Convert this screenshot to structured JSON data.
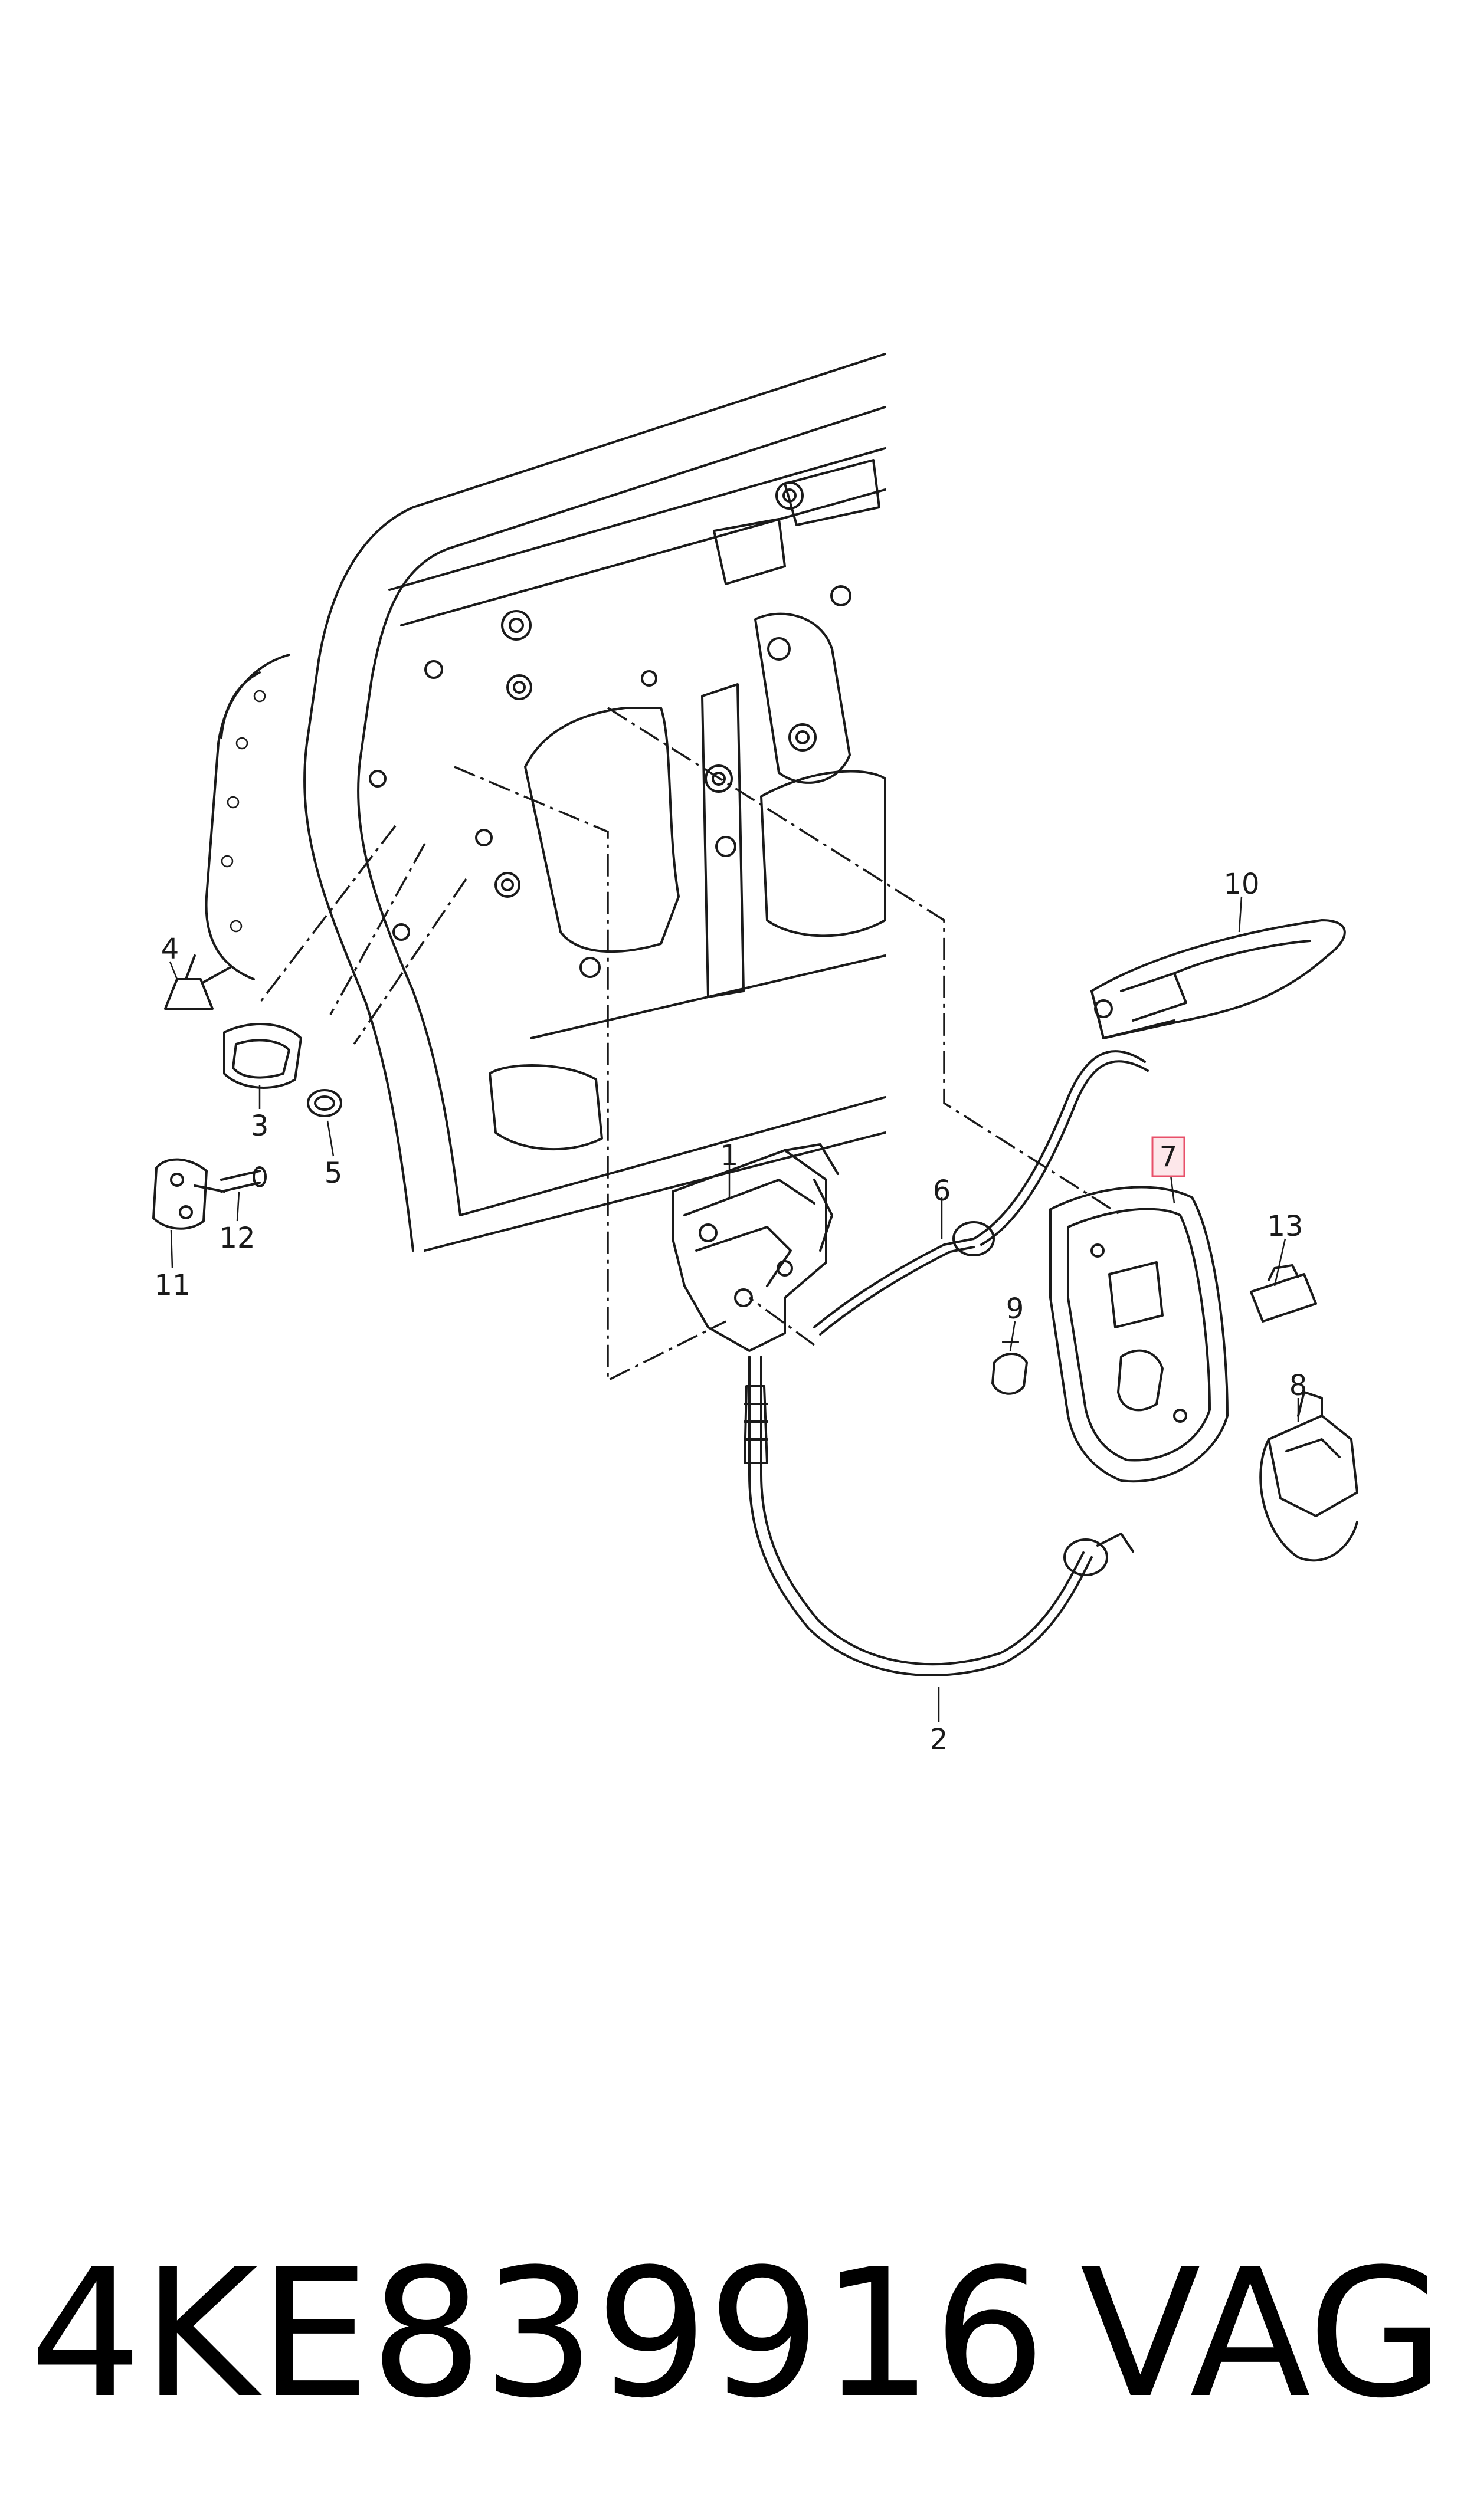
{
  "callouts": [
    {
      "id": "1",
      "label": "1"
    },
    {
      "id": "2",
      "label": "2"
    },
    {
      "id": "3",
      "label": "3"
    },
    {
      "id": "4",
      "label": "4"
    },
    {
      "id": "5",
      "label": "5"
    },
    {
      "id": "6",
      "label": "6"
    },
    {
      "id": "7",
      "label": "7"
    },
    {
      "id": "8",
      "label": "8"
    },
    {
      "id": "9",
      "label": "9"
    },
    {
      "id": "10",
      "label": "10"
    },
    {
      "id": "11",
      "label": "11"
    },
    {
      "id": "12",
      "label": "12"
    },
    {
      "id": "13",
      "label": "13"
    }
  ],
  "highlight": {
    "callout": "7",
    "color": "#e8506a",
    "fill": "#fde7ea"
  },
  "footer": {
    "part_number": "4KE839916",
    "brand": "VAG"
  }
}
